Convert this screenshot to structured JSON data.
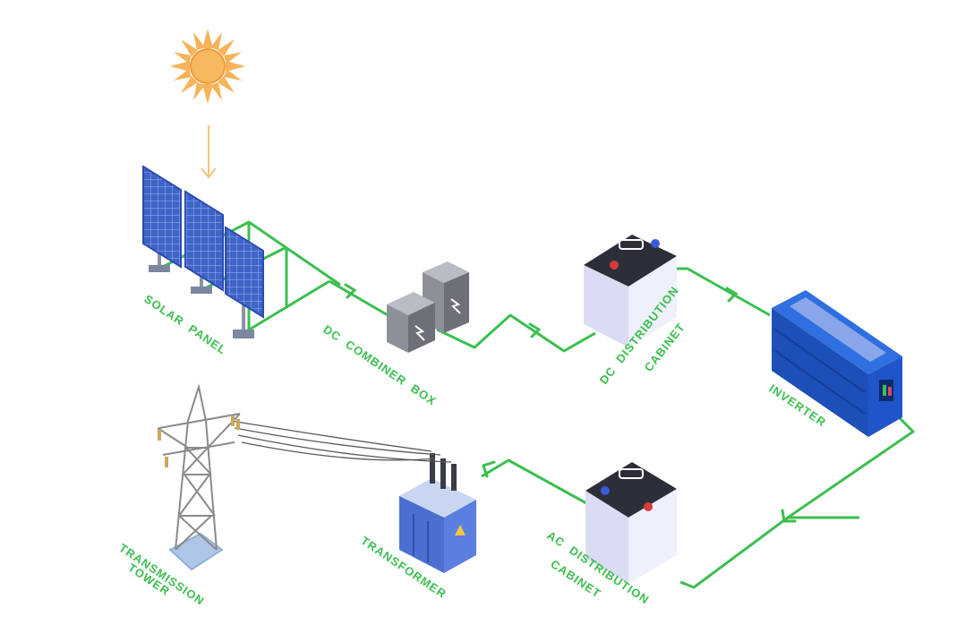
{
  "labels": {
    "solar_panel": "SOLAR  PANEL",
    "dc_combiner_box": "DC  COMBINER  BOX",
    "dc_distribution_line1": "DC  DISTRIBUTION",
    "dc_distribution_line2": "CABINET",
    "inverter": "INVERTER",
    "ac_distribution_line1": "AC  DISTRIBUTION",
    "ac_distribution_line2": "CABINET",
    "transformer": "TRANSFORMER",
    "transmission_line1": "TRANSMISSION",
    "transmission_line2": "TOWER"
  },
  "colors": {
    "wire": "#3bbf4e",
    "label": "#3bbf4e",
    "sun": "#f6b35a",
    "panel": "#3f64c8",
    "inverter": "#1f55c9",
    "battery_body": "#e6e8f8",
    "combiner": "#6d7078",
    "transformer": "#4a6fd0",
    "tower": "#7b7b7b"
  }
}
